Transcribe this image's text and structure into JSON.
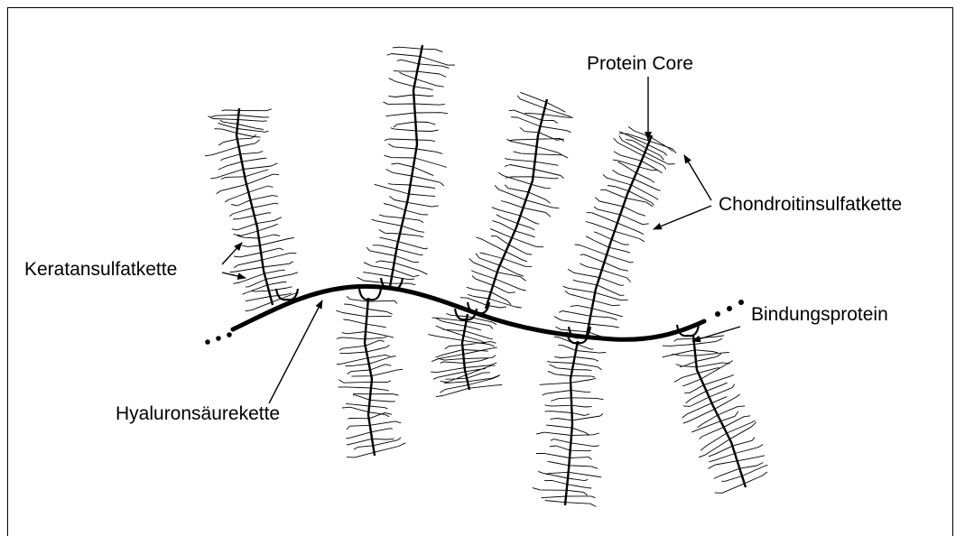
{
  "diagram": {
    "labels": {
      "protein_core": "Protein Core",
      "chondroitinsulfatkette": "Chondroitinsulfatkette",
      "keratansulfatkette": "Keratansulfatkette",
      "bindungsprotein": "Bindungsprotein",
      "hyaluronsaeurekette": "Hyaluronsäurekette"
    },
    "colors": {
      "ink": "#000000",
      "background": "#ffffff"
    }
  }
}
